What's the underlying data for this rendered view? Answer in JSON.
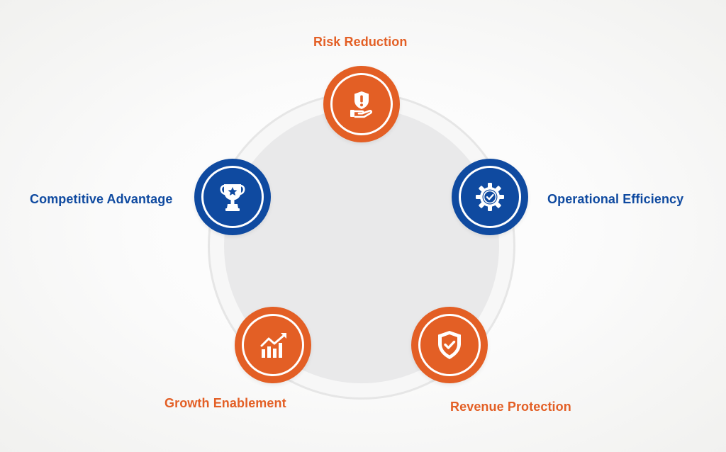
{
  "colors": {
    "orange": "#e35f25",
    "blue": "#0f4aa0",
    "ring_outer": "#e6e6e6",
    "ring_inner": "#e9e9ea"
  },
  "diagram": {
    "items": [
      {
        "label": "Risk Reduction",
        "color": "orange",
        "icon": "hand-shield-alert-icon"
      },
      {
        "label": "Operational Efficiency",
        "color": "blue",
        "icon": "gear-check-icon"
      },
      {
        "label": "Revenue Protection",
        "color": "orange",
        "icon": "shield-check-icon"
      },
      {
        "label": "Growth Enablement",
        "color": "orange",
        "icon": "growth-chart-icon"
      },
      {
        "label": "Competitive Advantage",
        "color": "blue",
        "icon": "trophy-star-icon"
      }
    ]
  }
}
